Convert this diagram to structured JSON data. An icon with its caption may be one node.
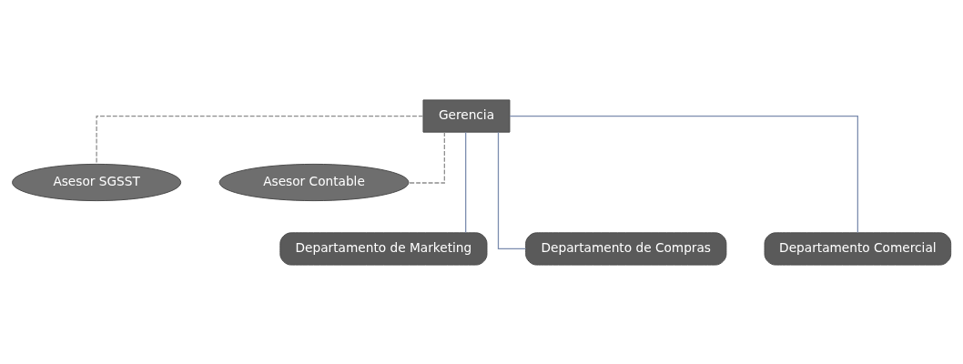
{
  "diagram": {
    "nodes": [
      {
        "text": [
          "Gerencia"
        ]
      },
      {
        "text": [
          "Asesor SGSST"
        ]
      },
      {
        "text": [
          "Asesor Contable"
        ]
      },
      {
        "text": [
          "Departamento de Marketing"
        ]
      },
      {
        "text": [
          "Departamento de Compras"
        ]
      },
      {
        "text": [
          "Departamento Comercial"
        ]
      }
    ],
    "edges": [
      {
        "from": 0,
        "to": 1,
        "arrow": "none",
        "style": "dashed",
        "color": "#8c8c8c"
      },
      {
        "from": 0,
        "to": 2,
        "arrow": "none",
        "style": "dashed",
        "color": "#8c8c8c"
      },
      {
        "from": 0,
        "to": 3,
        "arrow": "none"
      },
      {
        "from": 0,
        "to": 4,
        "arrow": "none"
      },
      {
        "from": 0,
        "to": 5,
        "arrow": "none"
      }
    ]
  }
}
